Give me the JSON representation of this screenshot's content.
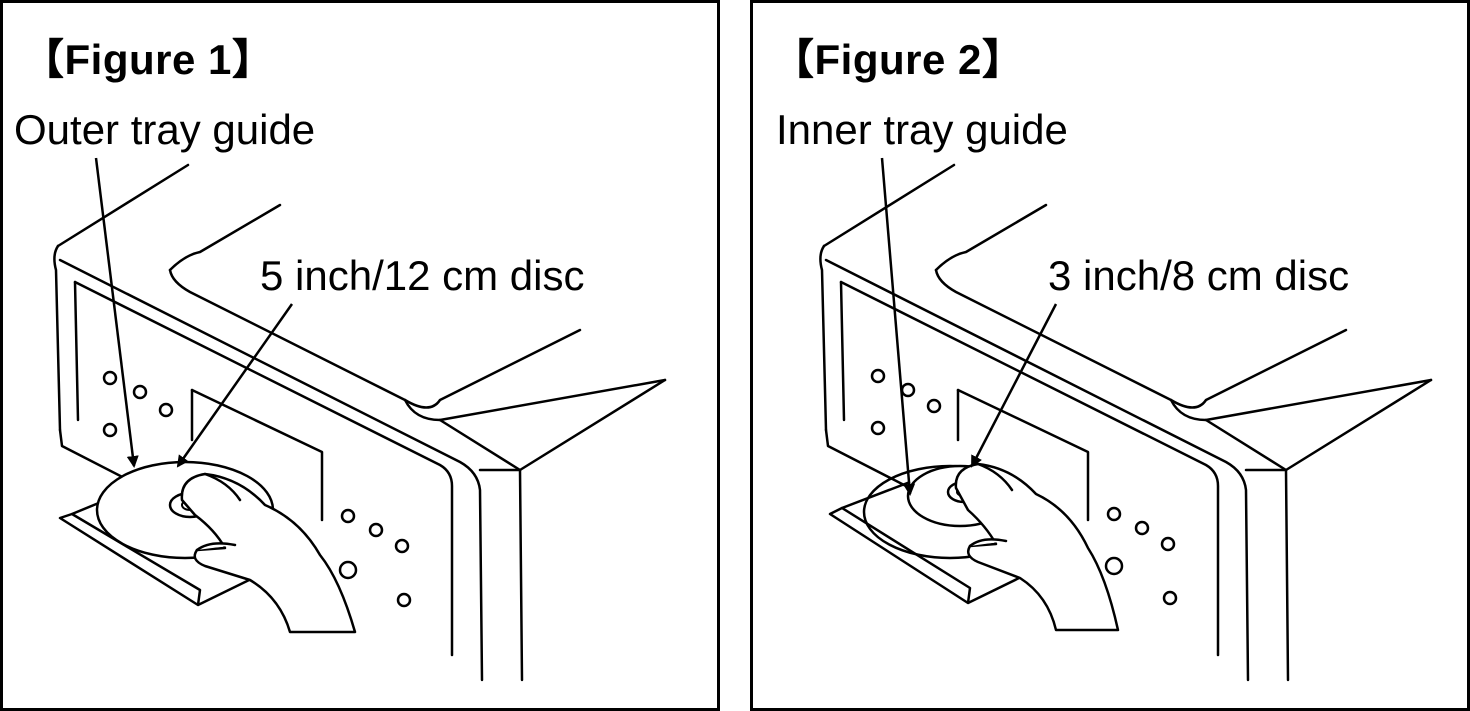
{
  "figures": [
    {
      "title": "【Figure 1】",
      "guide_label": "Outer tray guide",
      "disc_label": "5 inch/12 cm disc"
    },
    {
      "title": "【Figure 2】",
      "guide_label": "Inner tray guide",
      "disc_label": "3 inch/8 cm disc"
    }
  ],
  "colors": {
    "line": "#000000",
    "background": "#ffffff"
  }
}
